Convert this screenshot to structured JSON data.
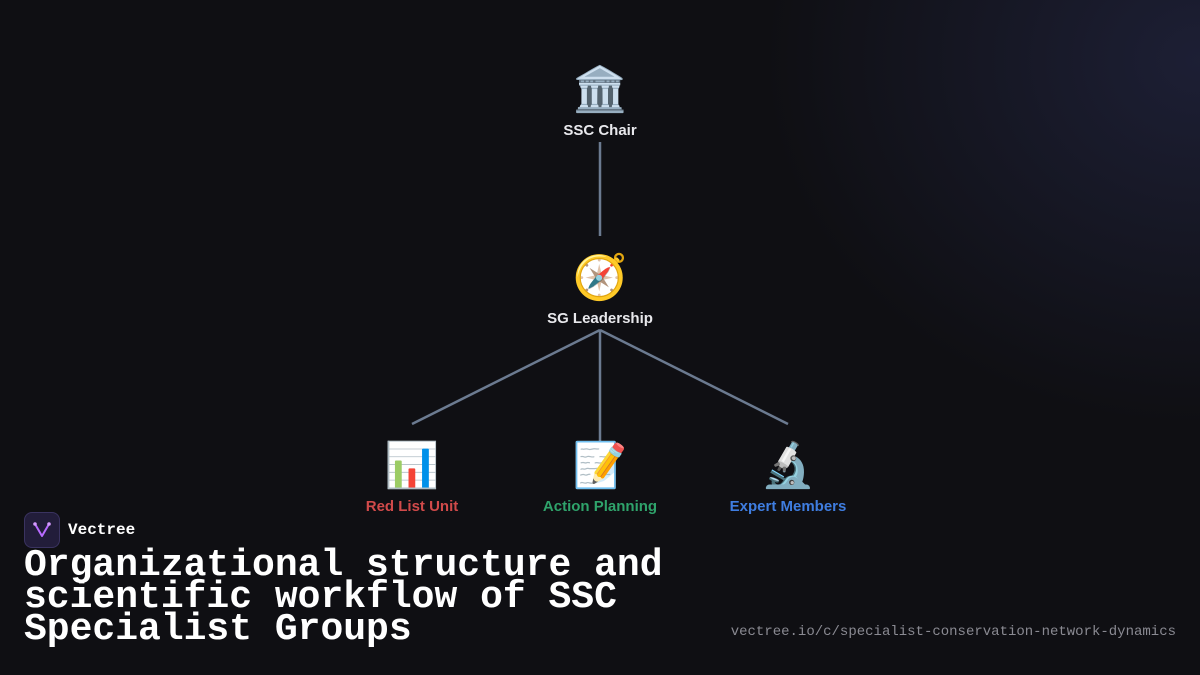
{
  "nodes": {
    "root": {
      "icon": "🏛️",
      "icon_name": "classical-building-icon",
      "label": "SSC Chair",
      "color": "#e8e8ec"
    },
    "middle": {
      "icon": "🧭",
      "icon_name": "compass-icon",
      "label": "SG Leadership",
      "color": "#e8e8ec"
    },
    "children": [
      {
        "icon": "📊",
        "icon_name": "bar-chart-icon",
        "label": "Red List Unit",
        "color": "#d14a4a"
      },
      {
        "icon": "📝",
        "icon_name": "memo-icon",
        "label": "Action Planning",
        "color": "#2fa36b"
      },
      {
        "icon": "🔬",
        "icon_name": "microscope-icon",
        "label": "Expert Members",
        "color": "#3f7de0"
      }
    ]
  },
  "connector_color": "#6b7a90",
  "brand": {
    "name": "Vectree"
  },
  "title": "Organizational structure and scientific workflow of SSC Specialist Groups",
  "url": "vectree.io/c/specialist-conservation-network-dynamics"
}
